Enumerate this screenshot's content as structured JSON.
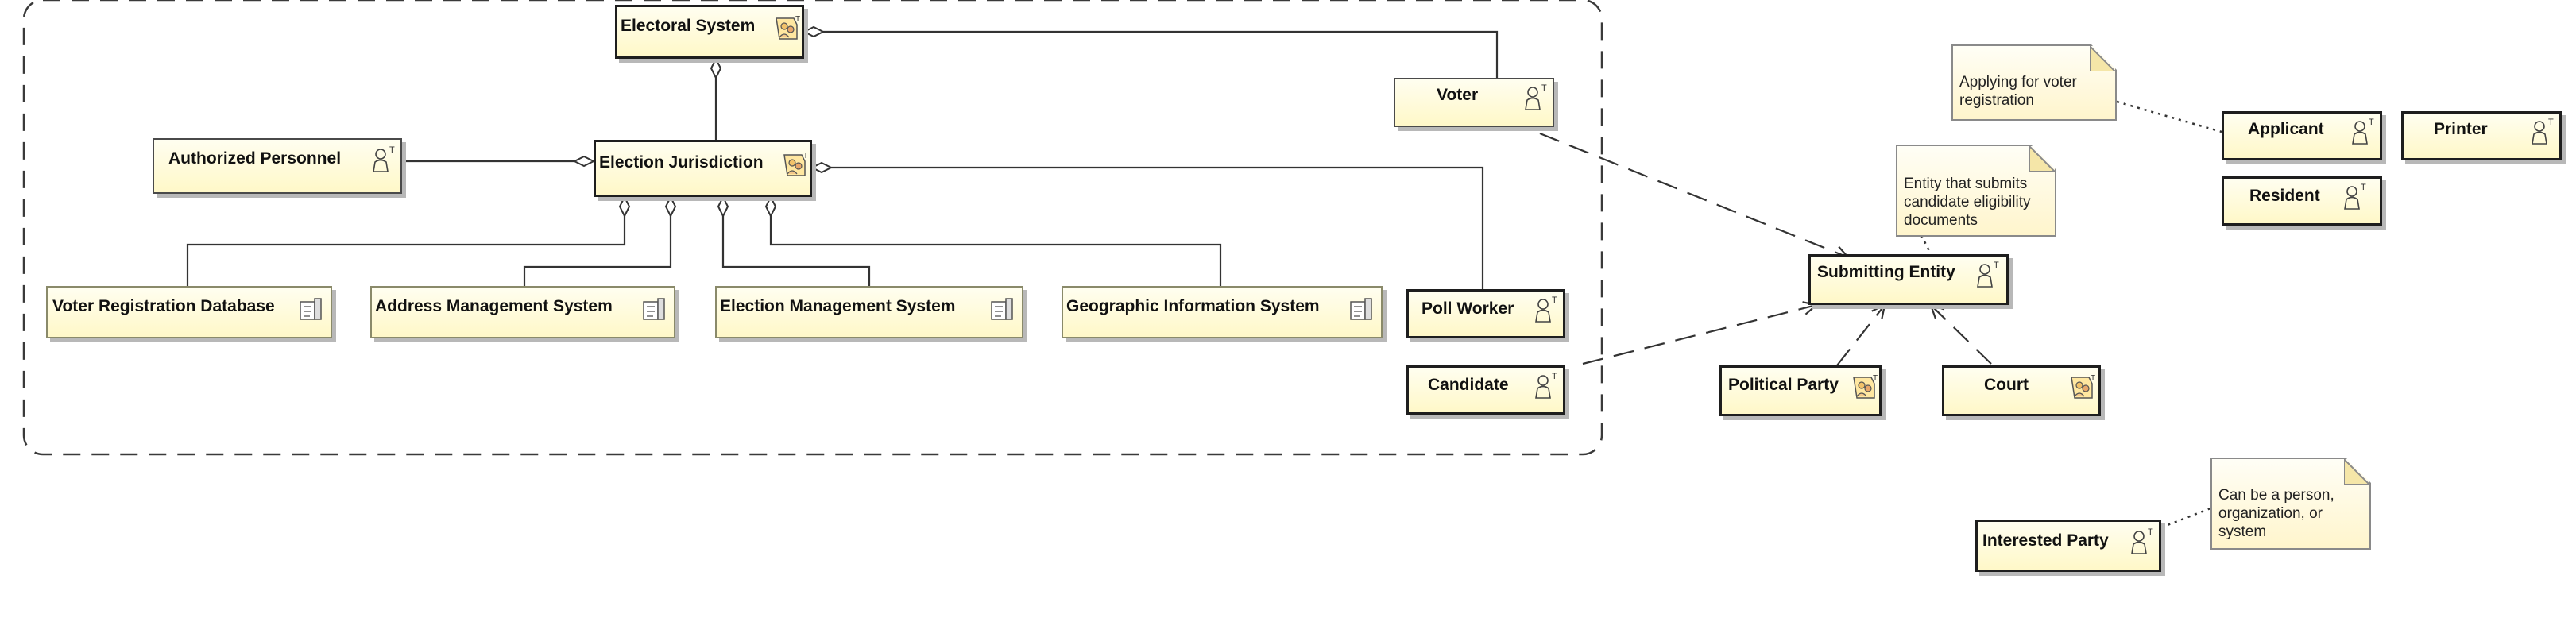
{
  "diagram": {
    "elements": {
      "electoral_system": "Electoral System",
      "voter": "Voter",
      "authorized_personnel": "Authorized Personnel",
      "election_jurisdiction": "Election Jurisdiction",
      "voter_registration_database": "Voter Registration Database",
      "address_management_system": "Address Management System",
      "election_management_system": "Election Management System",
      "geographic_information_system": "Geographic Information System",
      "poll_worker": "Poll Worker",
      "candidate": "Candidate",
      "submitting_entity": "Submitting Entity",
      "political_party": "Political Party",
      "court": "Court",
      "applicant": "Applicant",
      "printer": "Printer",
      "resident": "Resident",
      "interested_party": "Interested Party"
    },
    "notes": {
      "applicant_note": [
        "Applying for voter",
        "registration"
      ],
      "submitting_entity_note": [
        "Entity that submits",
        "candidate eligibility",
        "documents"
      ],
      "interested_party_note": [
        "Can be a person,",
        "organization, or",
        "system"
      ]
    },
    "icons": {
      "actor": "actor-icon",
      "organization": "organization-icon",
      "system": "system-icon"
    }
  }
}
